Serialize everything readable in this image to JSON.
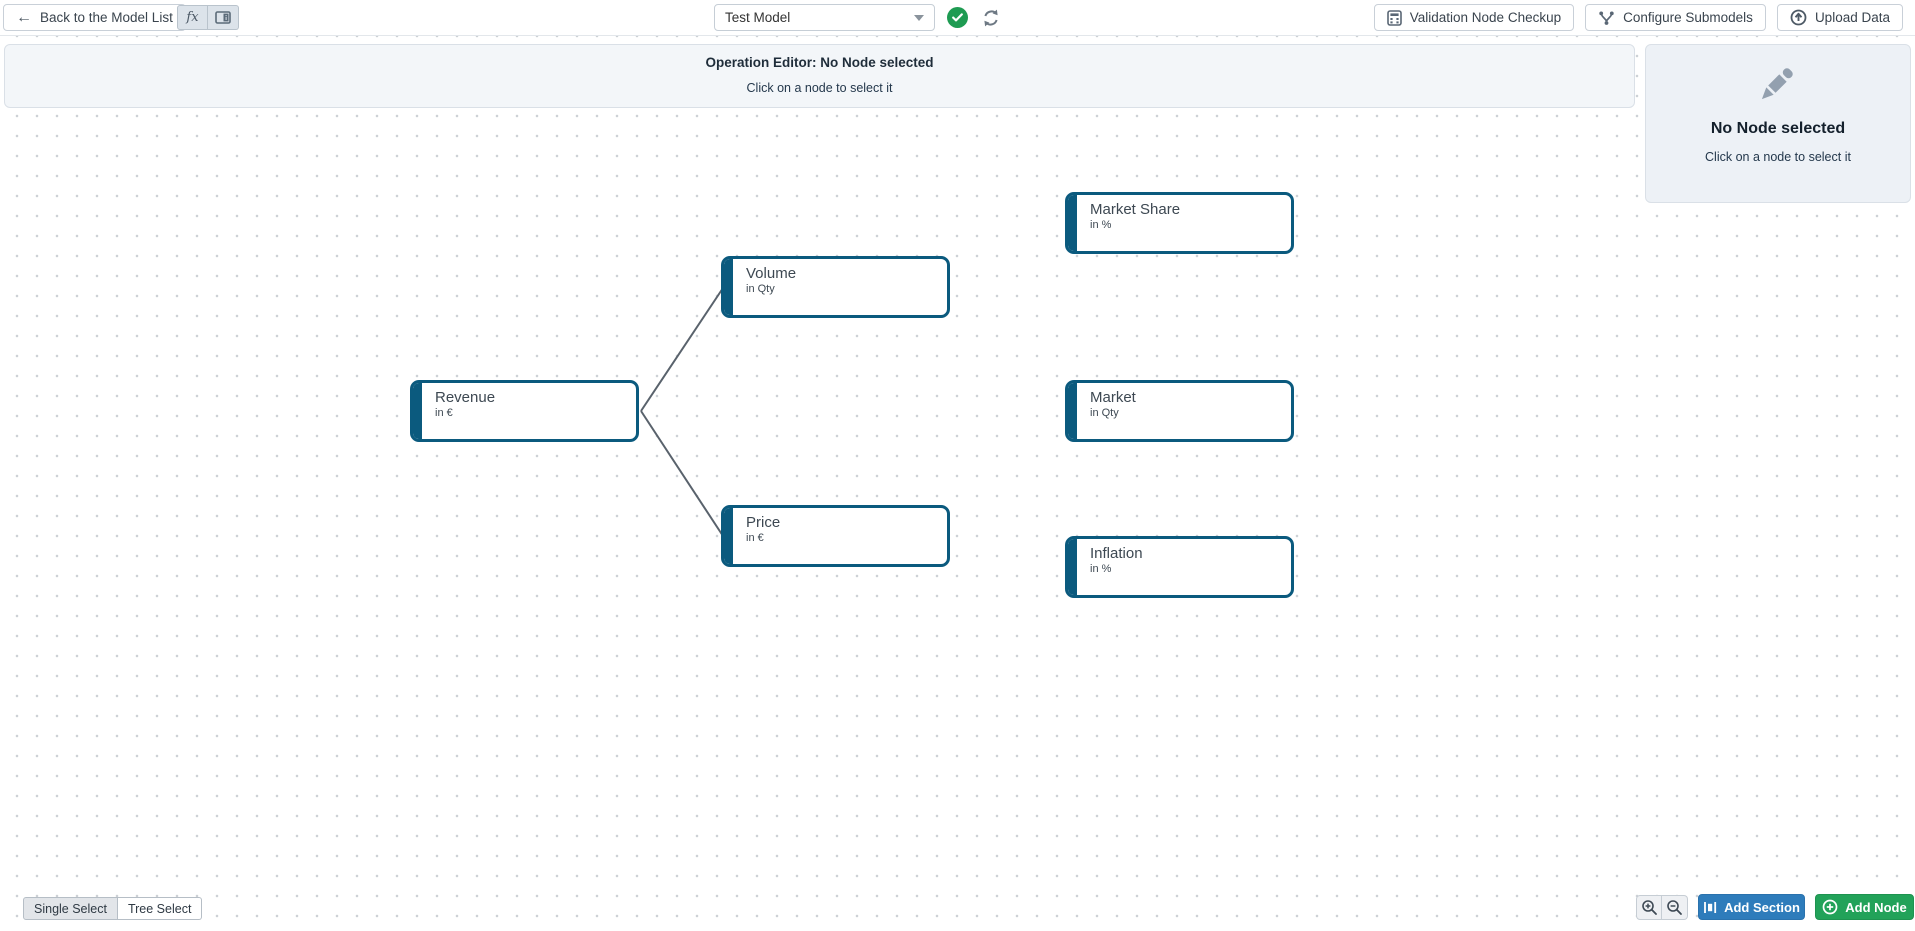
{
  "toolbar": {
    "back_label": "Back to the Model List",
    "fx_label": "fx",
    "model_select_value": "Test Model",
    "validation_label": "Validation Node Checkup",
    "configure_label": "Configure Submodels",
    "upload_label": "Upload Data"
  },
  "operation_editor": {
    "title": "Operation Editor: No Node selected",
    "subtitle": "Click on a node to select it"
  },
  "details_panel": {
    "title": "No Node selected",
    "subtitle": "Click on a node to select it"
  },
  "nodes": [
    {
      "title": "Market Share",
      "unit": "in %"
    },
    {
      "title": "Volume",
      "unit": "in Qty"
    },
    {
      "title": "Revenue",
      "unit": "in €"
    },
    {
      "title": "Market",
      "unit": "in Qty"
    },
    {
      "title": "Price",
      "unit": "in €"
    },
    {
      "title": "Inflation",
      "unit": "in %"
    }
  ],
  "edges": [
    {
      "from": "Revenue",
      "to": "Volume"
    },
    {
      "from": "Revenue",
      "to": "Price"
    }
  ],
  "footer": {
    "single_select": "Single Select",
    "tree_select": "Tree Select",
    "add_section": "Add Section",
    "add_node": "Add Node"
  },
  "icons": {
    "back": "back-arrow-icon",
    "fx": "fx-icon",
    "panel": "split-panel-icon",
    "caret": "dropdown-caret-icon",
    "status": "valid-check-icon",
    "refresh": "refresh-icon",
    "validation": "calculator-icon",
    "configure": "submodels-branch-icon",
    "upload": "upload-circle-arrow-icon",
    "pencil": "pencil-icon",
    "zoom_in": "zoom-in-icon",
    "zoom_out": "zoom-out-icon",
    "add_section": "section-bars-icon",
    "add_node": "circle-plus-icon"
  },
  "colors": {
    "node_accent": "#0b5a7e",
    "edge": "#59626c",
    "add_section_bg": "#2e7cbb",
    "add_node_bg": "#22a259",
    "status_check_bg": "#1e9b52",
    "panel_bg": "#f3f6f9",
    "details_bg": "#edf1f6"
  }
}
